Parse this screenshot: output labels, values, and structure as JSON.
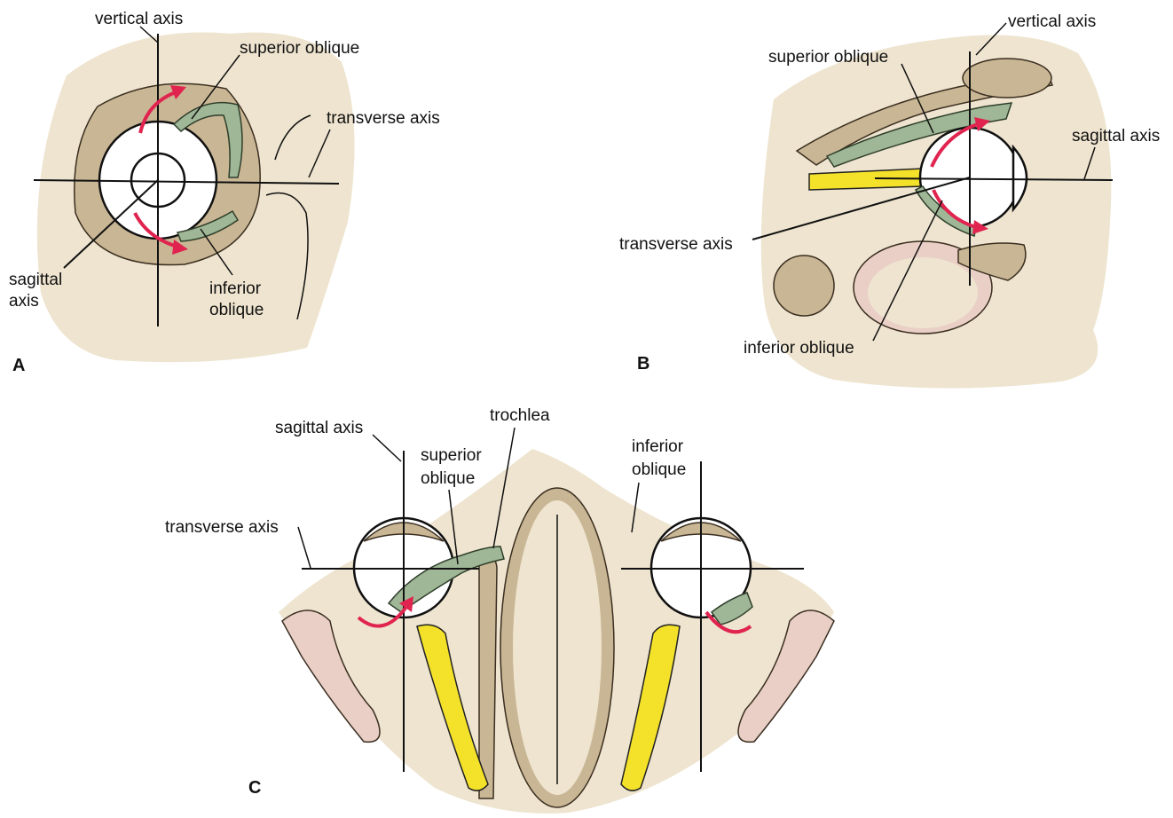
{
  "panels": {
    "a": {
      "letter": "A",
      "labels": {
        "vertical_axis": "vertical axis",
        "superior_oblique": "superior oblique",
        "transverse_axis": "transverse axis",
        "sagittal_axis": [
          "sagittal",
          "axis"
        ],
        "inferior_oblique": [
          "inferior",
          "oblique"
        ]
      }
    },
    "b": {
      "letter": "B",
      "labels": {
        "vertical_axis": "vertical axis",
        "superior_oblique": "superior oblique",
        "sagittal_axis": "sagittal axis",
        "transverse_axis": "transverse axis",
        "inferior_oblique": "inferior oblique"
      }
    },
    "c": {
      "letter": "C",
      "labels": {
        "sagittal_axis": "sagittal axis",
        "trochlea": "trochlea",
        "superior_oblique": [
          "superior",
          "oblique"
        ],
        "inferior_oblique": [
          "inferior",
          "oblique"
        ],
        "transverse_axis": "transverse axis"
      }
    }
  },
  "colors": {
    "bone": "#eee4cf",
    "orbit_wall": "#c9b694",
    "muscle": "#9fb796",
    "nerve": "#f4e22a",
    "arrow": "#e0244f",
    "tissue": "#e9cfc6"
  }
}
